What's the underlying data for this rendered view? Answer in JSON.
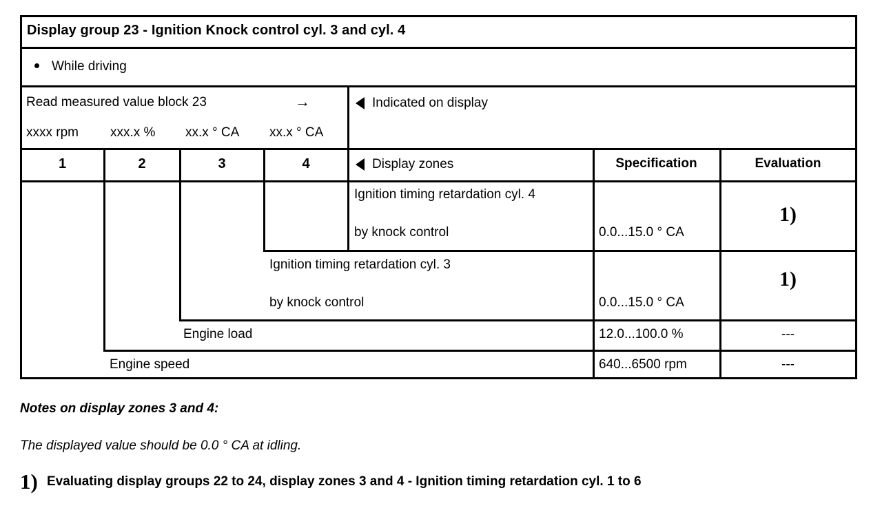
{
  "document": {
    "title": "Display group 23 - Ignition Knock control cyl. 3 and cyl. 4",
    "condition": "While driving",
    "bullet_icon": "bullet-dot"
  },
  "header": {
    "read_block": "Read measured value block 23",
    "arrow_icon": "→",
    "formats": [
      "xxxx rpm",
      "xxx.x %",
      "xx.x ° CA",
      "xx.x ° CA"
    ],
    "indicated_on_display": "Indicated on display",
    "display_zones": "Display zones",
    "specification": "Specification",
    "evaluation": "Evaluation",
    "marker_icon": "triangle-left-icon",
    "zone_numbers": [
      "1",
      "2",
      "3",
      "4"
    ]
  },
  "rows": [
    {
      "zone": "4",
      "label_line1": "Ignition timing retardation cyl. 4",
      "label_line2": "by knock control",
      "specification": "0.0...15.0 ° CA",
      "evaluation": "1)"
    },
    {
      "zone": "3",
      "label_line1": "Ignition timing retardation cyl. 3",
      "label_line2": "by knock control",
      "specification": "0.0...15.0 ° CA",
      "evaluation": "1)"
    },
    {
      "zone": "2",
      "label_line1": "Engine load",
      "label_line2": "",
      "specification": "12.0...100.0 %",
      "evaluation": "---"
    },
    {
      "zone": "1",
      "label_line1": "Engine speed",
      "label_line2": "",
      "specification": "640...6500 rpm",
      "evaluation": "---"
    }
  ],
  "notes": {
    "heading": "Notes on display zones 3 and 4:",
    "body": "The displayed value should be 0.0 ° CA at idling.",
    "footnote_mark": "1)",
    "footnote_text": "Evaluating display groups 22 to 24, display zones 3 and 4 - Ignition timing retardation cyl. 1 to 6"
  },
  "colors": {
    "ink": "#000000",
    "paper": "#ffffff"
  }
}
